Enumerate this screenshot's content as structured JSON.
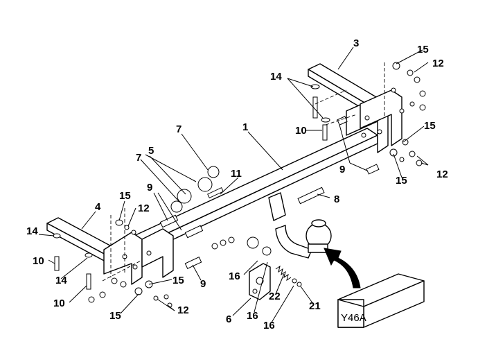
{
  "callouts": {
    "c1": "1",
    "c3": "3",
    "c4": "4",
    "c5": "5",
    "c6": "6",
    "c7a": "7",
    "c7b": "7",
    "c8": "8",
    "c9a": "9",
    "c9b": "9",
    "c9c": "9",
    "c10a": "10",
    "c10b": "10",
    "c10c": "10",
    "c11": "11",
    "c12a": "12",
    "c12b": "12",
    "c12c": "12",
    "c12d": "12",
    "c14a": "14",
    "c14b": "14",
    "c14c": "14",
    "c15a": "15",
    "c15b": "15",
    "c15c": "15",
    "c15d": "15",
    "c15e": "15",
    "c15f": "15",
    "c16a": "16",
    "c16b": "16",
    "c16c": "16",
    "c21": "21",
    "c22": "22"
  },
  "box_label": "Y46A",
  "icons": {
    "arrow": "curved-arrow-icon",
    "box": "box-icon"
  }
}
